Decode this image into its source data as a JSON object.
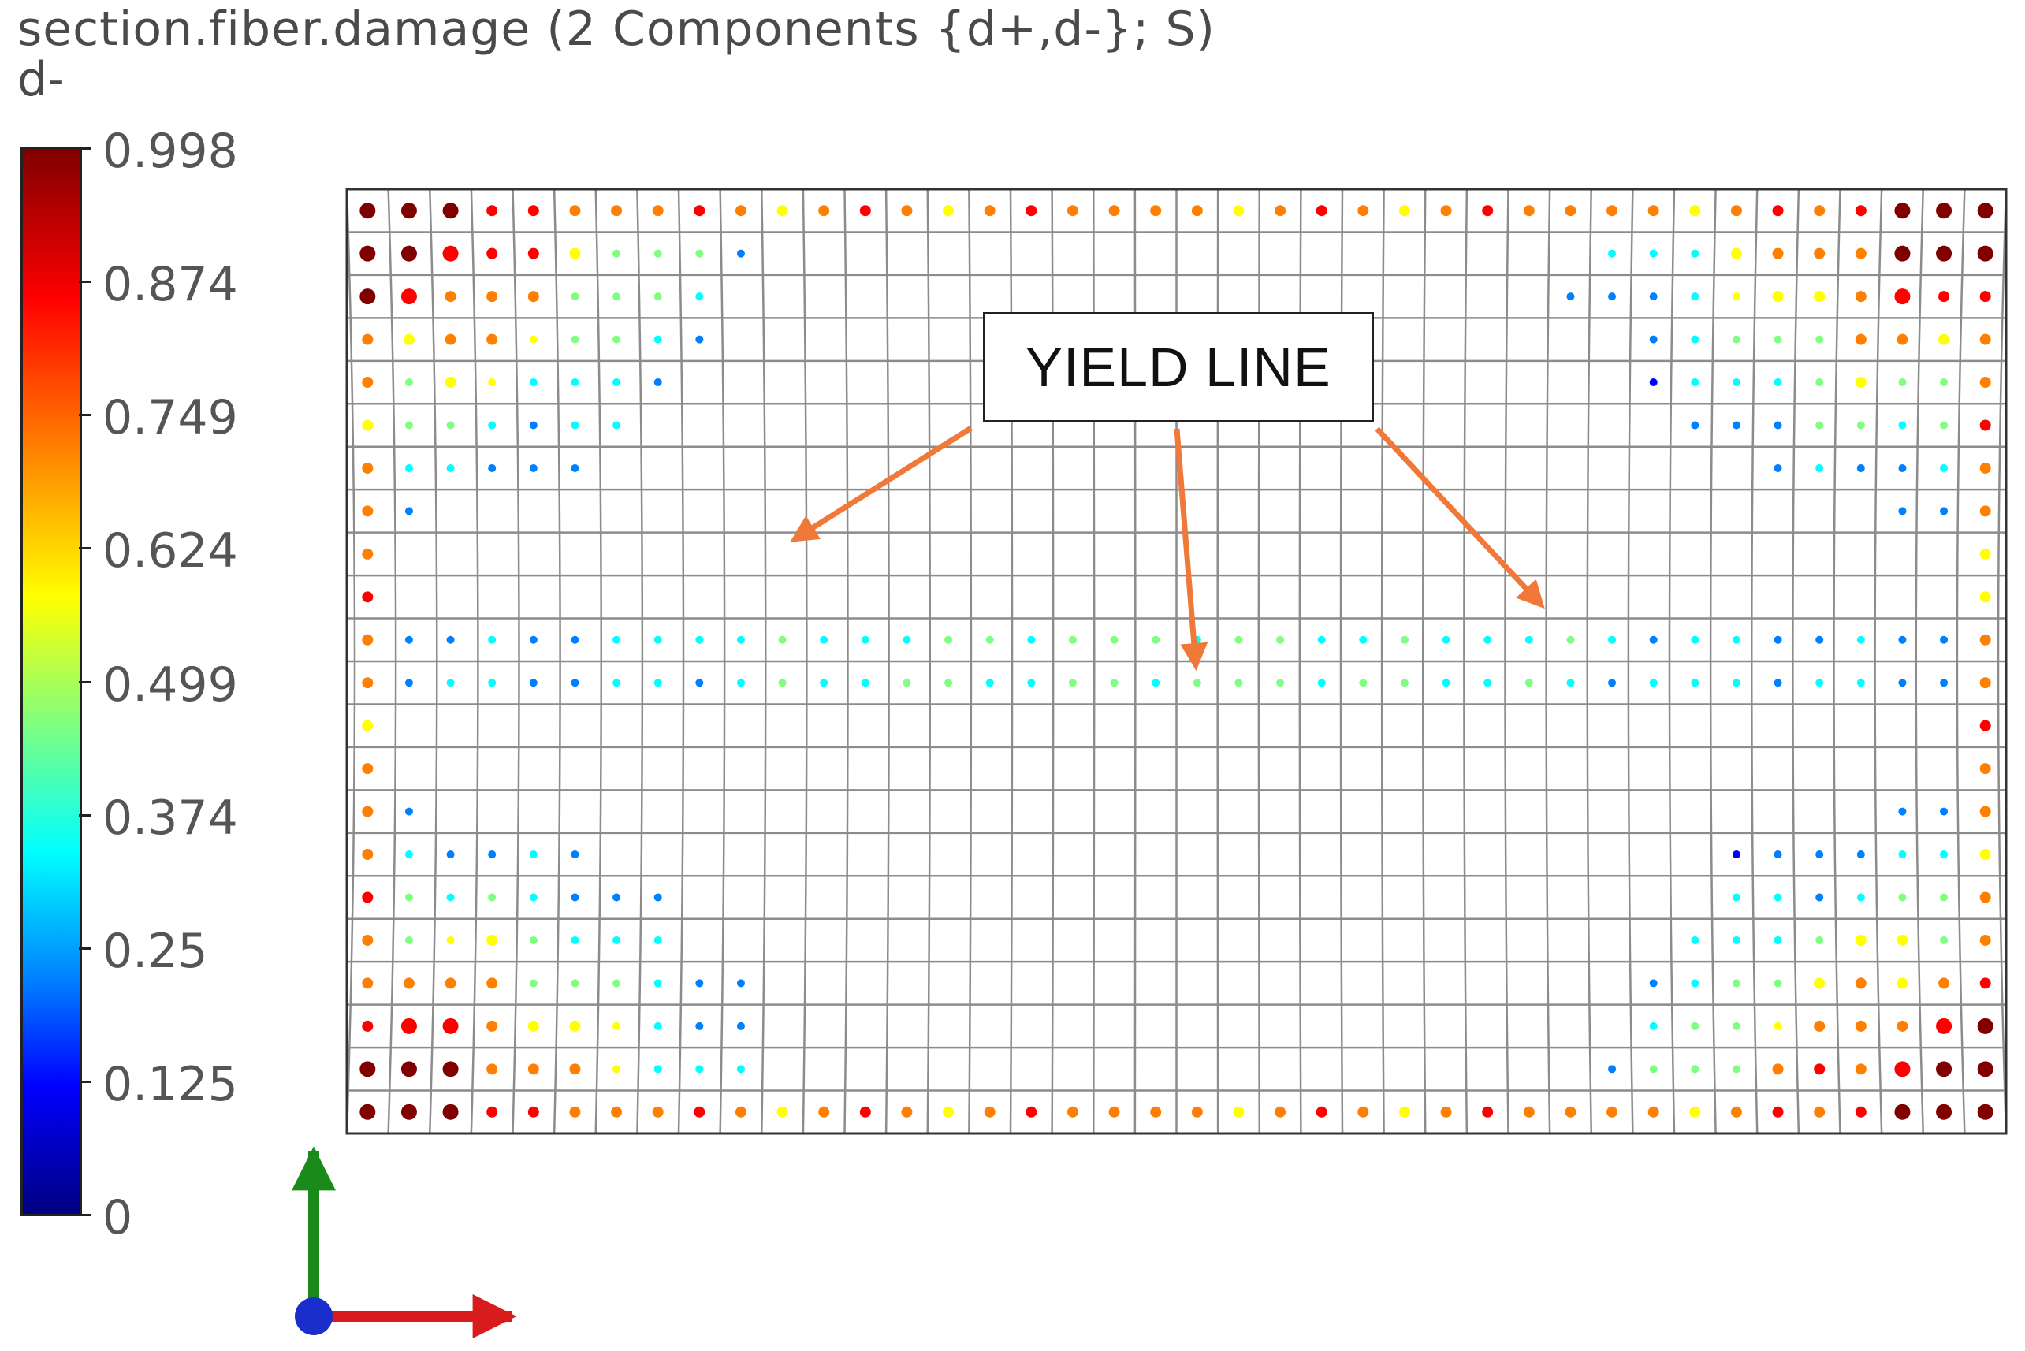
{
  "header": {
    "title": "section.fiber.damage (2 Components {d+,d-}; S)",
    "subtitle": "d-"
  },
  "legend": {
    "labels": [
      "0.998",
      "0.874",
      "0.749",
      "0.624",
      "0.499",
      "0.374",
      "0.25",
      "0.125",
      "0"
    ],
    "colormap": [
      "#800000",
      "#ff0000",
      "#ff8000",
      "#ffff00",
      "#7fff7f",
      "#00ffff",
      "#0080ff",
      "#0000ff",
      "#000080"
    ]
  },
  "annotation": {
    "label": "YIELD LINE",
    "arrow_color": "#f07838"
  },
  "axes_triad": {
    "vertical_color": "#1a8a1a",
    "horizontal_color": "#d81c1c",
    "origin_color": "#1a2ecc"
  }
}
